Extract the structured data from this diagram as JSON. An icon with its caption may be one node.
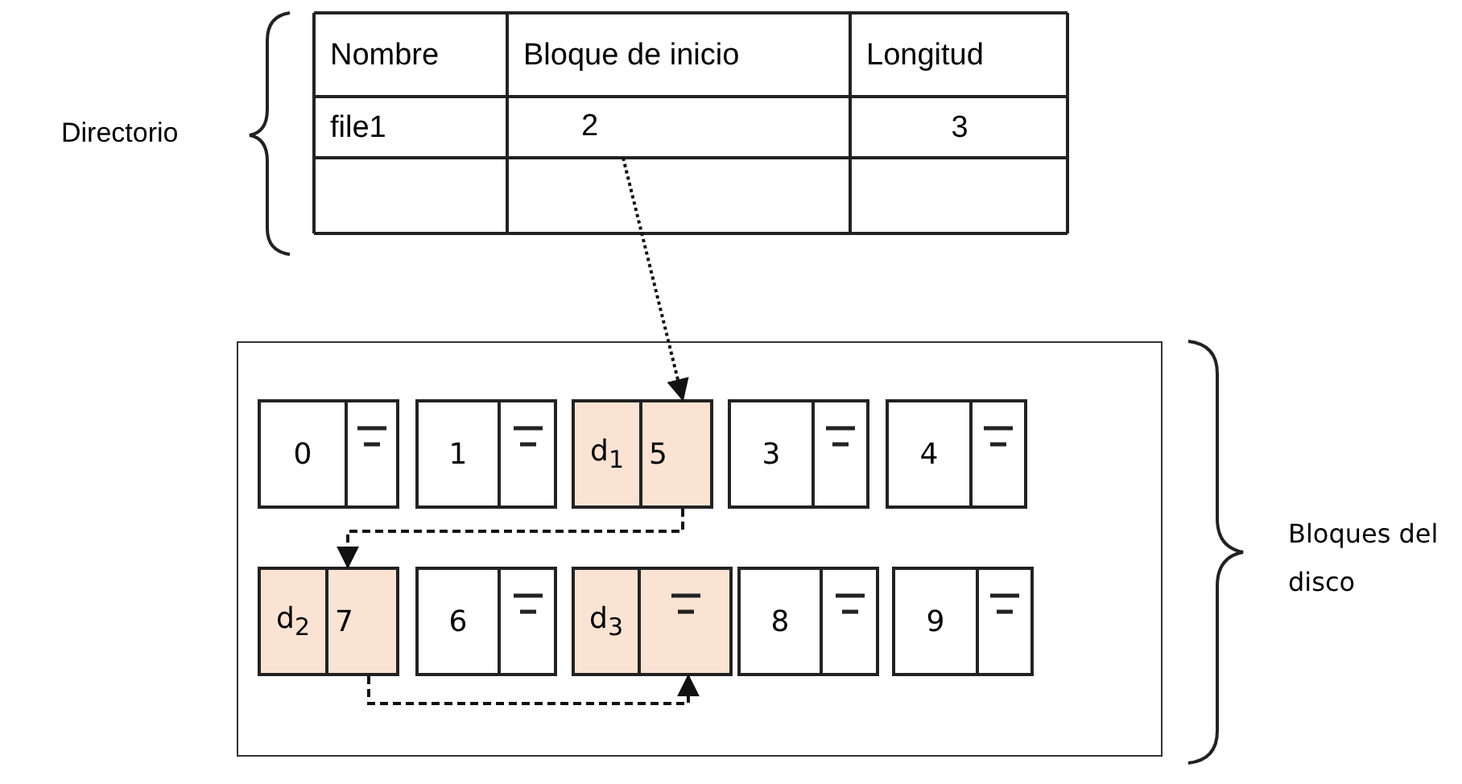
{
  "diagram": {
    "nodes": [
      {
        "text": [
          "2"
        ]
      },
      {
        "text": [],
        "shape": "box"
      },
      {
        "text": [
          "0"
        ],
        "in": 1
      },
      {
        "text": [
          "1"
        ],
        "in": 1
      },
      {
        "text": [
          "d$_{1}$",
          "5"
        ],
        "in": 1
      },
      {
        "text": [
          "3"
        ],
        "in": 1
      },
      {
        "text": [
          "4"
        ],
        "in": 1
      },
      {
        "text": [
          "d$_{2}$",
          "7"
        ],
        "in": 1
      },
      {
        "text": [
          "6"
        ],
        "in": 1
      },
      {
        "text": [
          "d$_{3}$"
        ],
        "in": 1
      },
      {
        "text": [
          "8"
        ],
        "in": 1
      },
      {
        "text": [
          "9"
        ],
        "in": 1
      }
    ],
    "edges": [
      {
        "from": 0,
        "to": 4,
        "arrow": "to",
        "style": "dashed"
      },
      {
        "from": 4,
        "to": 7,
        "arrow": "to",
        "style": "dashed"
      },
      {
        "from": 7,
        "to": 9,
        "arrow": "to",
        "style": "dashed"
      }
    ],
    "labels": [
      "Directorio",
      "Nombre",
      "Bloque de inicio",
      "Longitud",
      "file1",
      "3",
      "Bloques del disco"
    ]
  }
}
